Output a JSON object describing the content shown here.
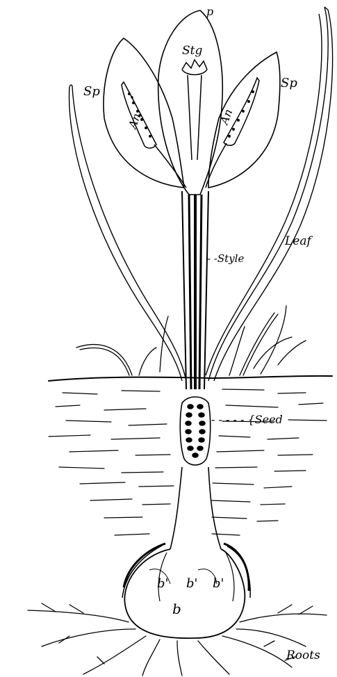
{
  "labels": {
    "petal": "p",
    "stigma": "Stg",
    "sepal_left": "Sp",
    "sepal_right": "Sp",
    "anther_left": "An",
    "anther_right": "An",
    "style": "- -Style",
    "leaf": "Leaf",
    "seed": "- - - - - {Seed",
    "bulb_left": "b'",
    "bulb_middle": "b'",
    "bulb_right": "b'",
    "bulb": "b",
    "roots": "Roots"
  },
  "colors": {
    "ink": "#000000",
    "paper": "#ffffff"
  }
}
